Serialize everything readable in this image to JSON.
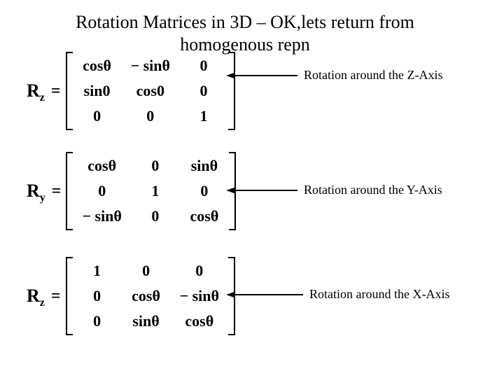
{
  "slide": {
    "background_color": "#ffffff",
    "text_color": "#000000"
  },
  "title": {
    "line1": "Rotation Matrices in 3D – OK,lets return from",
    "line2": "homogenous repn"
  },
  "matrices": [
    {
      "label": "R",
      "subscript": "z",
      "equals": "=",
      "rows": [
        [
          "cosθ",
          "− sinθ",
          "0"
        ],
        [
          "sin0",
          "cos0",
          "0"
        ],
        [
          "0",
          "0",
          "1"
        ]
      ],
      "caption": "Rotation around the Z-Axis"
    },
    {
      "label": "R",
      "subscript": "y",
      "equals": "=",
      "rows": [
        [
          "cosθ",
          "0",
          "sinθ"
        ],
        [
          "0",
          "1",
          "0"
        ],
        [
          "− sinθ",
          "0",
          "cosθ"
        ]
      ],
      "caption": "Rotation around the Y-Axis"
    },
    {
      "label": "R",
      "subscript": "z",
      "equals": "=",
      "rows": [
        [
          "1",
          "0",
          "0"
        ],
        [
          "0",
          "cosθ",
          "− sinθ"
        ],
        [
          "0",
          "sinθ",
          "cosθ"
        ]
      ],
      "caption": "Rotation around the X-Axis"
    }
  ]
}
